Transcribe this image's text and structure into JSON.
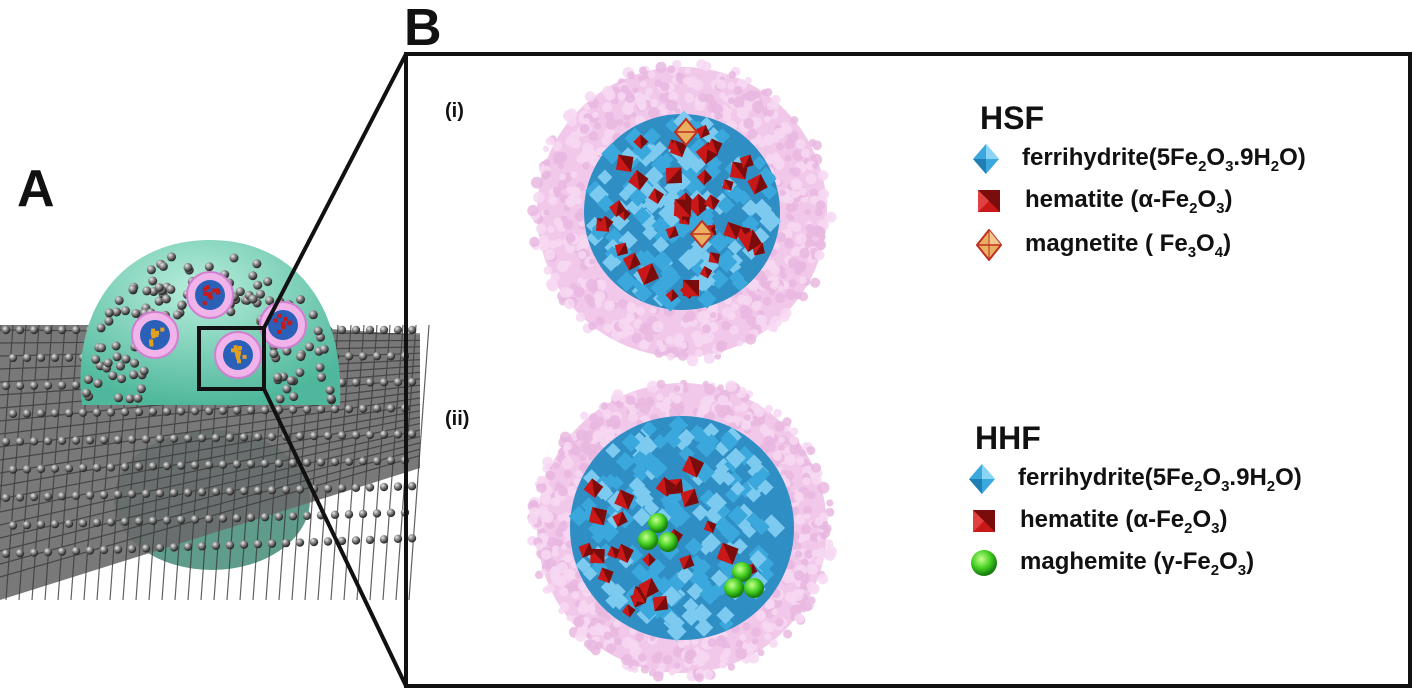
{
  "panel_a": {
    "letter": "A"
  },
  "panel_b": {
    "letter": "B",
    "subpanels": [
      {
        "label": "(i)",
        "legend_title": "HSF",
        "legend": [
          {
            "pre": "ferrihydrite(5Fe",
            "s1": "2",
            "mid1": "O",
            "s2": "3",
            "mid2": ".9H",
            "s3": "2",
            "post": "O)",
            "icon": "ferrihydrite-diamond-icon"
          },
          {
            "pre": "hematite (α-Fe",
            "s1": "2",
            "mid1": "O",
            "s2": "3",
            "mid2": ")",
            "s3": "",
            "post": "",
            "icon": "hematite-cube-icon"
          },
          {
            "pre": "magnetite ( Fe",
            "s1": "3",
            "mid1": "O",
            "s2": "4",
            "mid2": ")",
            "s3": "",
            "post": "",
            "icon": "magnetite-octahedron-icon"
          }
        ]
      },
      {
        "label": "(ii)",
        "legend_title": "HHF",
        "legend": [
          {
            "pre": "ferrihydrite(5Fe",
            "s1": "2",
            "mid1": "O",
            "s2": "3",
            "mid2": ".9H",
            "s3": "2",
            "post": "O)",
            "icon": "ferrihydrite-diamond-icon"
          },
          {
            "pre": "hematite (α-Fe",
            "s1": "2",
            "mid1": "O",
            "s2": "3",
            "mid2": ")",
            "s3": "",
            "post": "",
            "icon": "hematite-cube-icon"
          },
          {
            "pre": "maghemite (γ-Fe",
            "s1": "2",
            "mid1": "O",
            "s2": "3",
            "mid2": ")",
            "s3": "",
            "post": "",
            "icon": "maghemite-sphere-icon"
          }
        ]
      }
    ]
  },
  "colors": {
    "ferrihydrite": "#3aa8dc",
    "hematite": "#c81818",
    "magnetite": "#e0a040",
    "maghemite": "#44d020",
    "shell": "#f2c8ea",
    "dome": "#7ed6bf",
    "graphene": "#6a6a6a"
  }
}
